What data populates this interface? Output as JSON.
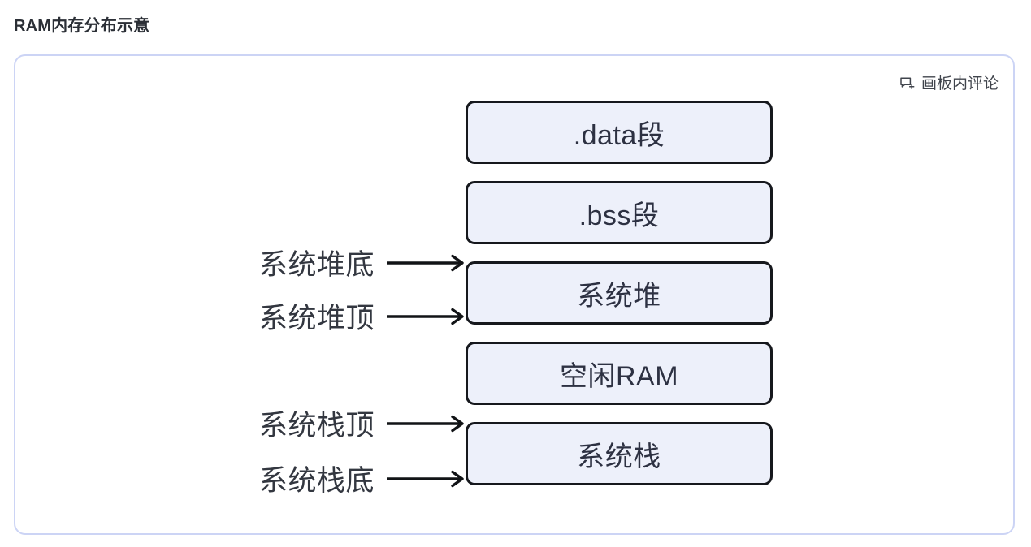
{
  "page": {
    "title": "RAM内存分布示意",
    "background_color": "#ffffff"
  },
  "canvas": {
    "border_color": "#ccd4f5",
    "comment_button": {
      "icon": "comment-add-icon",
      "label": "画板内评论"
    }
  },
  "diagram": {
    "block_fill_color": "#edf0fa",
    "block_border_color": "#16181d",
    "text_color": "#2d3142",
    "label_text_color": "#333740",
    "blocks": [
      {
        "label": ".data段"
      },
      {
        "label": ".bss段"
      },
      {
        "label": "系统堆"
      },
      {
        "label": "空闲RAM"
      },
      {
        "label": "系统栈"
      }
    ],
    "pointers": [
      {
        "label": "系统堆底",
        "target": "系统堆",
        "edge": "top"
      },
      {
        "label": "系统堆顶",
        "target": "系统堆",
        "edge": "bottom"
      },
      {
        "label": "系统栈顶",
        "target": "系统栈",
        "edge": "top"
      },
      {
        "label": "系统栈底",
        "target": "系统栈",
        "edge": "bottom"
      }
    ]
  }
}
